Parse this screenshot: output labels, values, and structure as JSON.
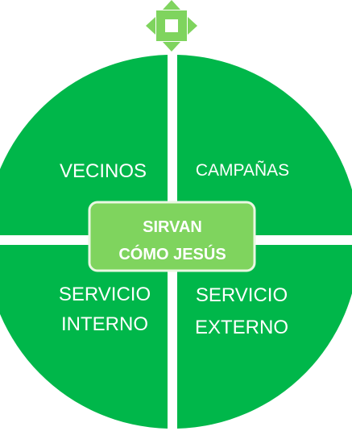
{
  "diagram": {
    "center": {
      "line1": "SIRVAN",
      "line2": "CÓMO JESÚS"
    },
    "quadrants": {
      "top_left": {
        "line1": "VECINOS"
      },
      "top_right": {
        "line1": "CAMPAÑAS"
      },
      "bottom_left": {
        "line1": "SERVICIO",
        "line2": "INTERNO"
      },
      "bottom_right": {
        "line1": "SERVICIO",
        "line2": "EXTERNO"
      }
    },
    "colors": {
      "quadrant_fill": "#00b74a",
      "center_fill": "#7fd45e",
      "center_border": "#eaf7e2",
      "divider": "#ffffff",
      "arrow_fill": "#7fd45e"
    },
    "icons": {
      "top_marker": "four-way-arrow-icon"
    }
  }
}
